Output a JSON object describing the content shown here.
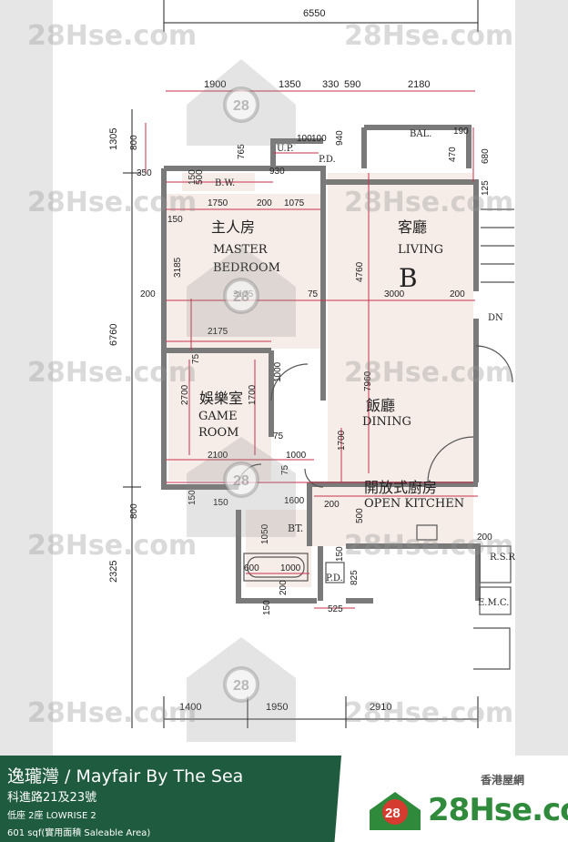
{
  "watermark": {
    "text": "28Hse.com",
    "badge": "28"
  },
  "dims": {
    "top_overall": "6550",
    "top_row": [
      "1900",
      "1350",
      "330",
      "590",
      "2180"
    ],
    "bottom_row": [
      "1400",
      "1950",
      "2910"
    ],
    "left_overall": [
      "1305",
      "6760",
      "2325"
    ],
    "misc": [
      "800",
      "350",
      "765",
      "930",
      "100",
      "100",
      "940",
      "470",
      "190",
      "680",
      "125",
      "150",
      "500",
      "1750",
      "200",
      "1075",
      "150",
      "3185",
      "200",
      "3175",
      "75",
      "4760",
      "3000",
      "200",
      "2175",
      "75",
      "1000",
      "7960",
      "2700",
      "1700",
      "75",
      "2100",
      "1000",
      "75",
      "1700",
      "150",
      "150",
      "1600",
      "200",
      "500",
      "800",
      "1050",
      "600",
      "1000",
      "150",
      "200",
      "150",
      "825",
      "525",
      "200"
    ]
  },
  "rooms": {
    "master_zh": "主人房",
    "master_en1": "MASTER",
    "master_en2": "BEDROOM",
    "living_zh": "客廳",
    "living_en": "LIVING",
    "unit_letter": "B",
    "game_zh": "娛樂室",
    "game_en1": "GAME",
    "game_en2": "ROOM",
    "dining_zh": "飯廳",
    "dining_en": "DINING",
    "kitchen_zh": "開放式廚房",
    "kitchen_en": "OPEN KITCHEN",
    "bw": "B.W.",
    "up": "U.P.",
    "pd": "P.D.",
    "bal": "BAL.",
    "bt": "BT.",
    "pd2": "P.D.",
    "rsr": "R.S.R",
    "emc": "E.M.C.",
    "dn": "DN"
  },
  "footer": {
    "title": "逸瓏灣 / Mayfair By The Sea",
    "address": "科進路21及23號",
    "block": "低座 2座   LOWRISE 2",
    "area": "601 sqf(實用面積 Saleable Area)",
    "brand_tag": "香港屋網",
    "brand_name": "28Hse.com",
    "brand_badge": "28"
  },
  "colors": {
    "footer_green": "#1f5b3f",
    "brand_green": "#2f8a3c",
    "brand_red": "#d63b2f",
    "dim_red": "#c8324a",
    "room_fill": "#f5ece8",
    "wall": "#8a8a8a"
  }
}
